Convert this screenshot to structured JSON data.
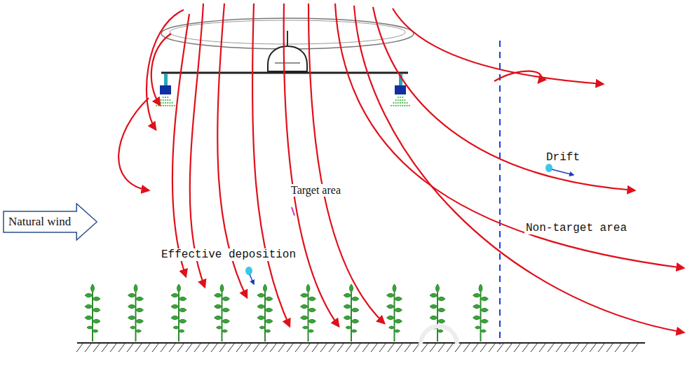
{
  "diagram": {
    "nodes": [
      {
        "text": [
          "Natural wind"
        ]
      }
    ],
    "labels": [
      "Drift",
      "Target area",
      "Non-target area",
      "Effective deposition"
    ]
  }
}
